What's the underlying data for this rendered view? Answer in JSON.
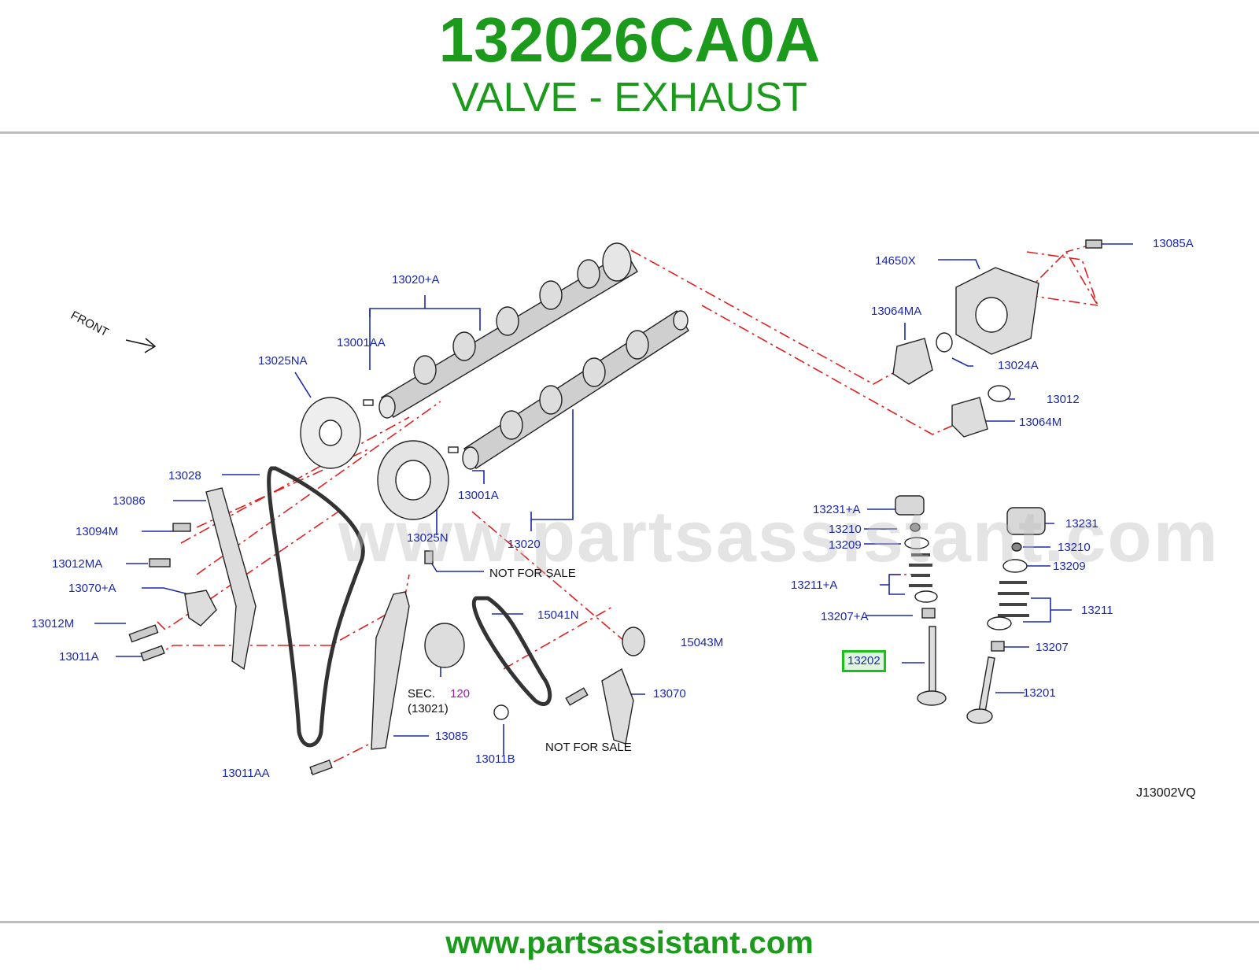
{
  "header": {
    "part_number": "132026CA0A",
    "part_name": "VALVE - EXHAUST"
  },
  "diagram": {
    "front_label": "FRONT",
    "watermark": "www.partsassistant.com",
    "diagram_code": "J13002VQ",
    "not_for_sale_1": "NOT   FOR   SALE",
    "not_for_sale_2": "NOT   FOR   SALE",
    "sec_prefix": "SEC.",
    "sec_number": "120",
    "sec_sub": "(13021)",
    "highlighted_part": "13202",
    "labels": {
      "l_13020A": "13020+A",
      "l_13001AA": "13001AA",
      "l_13025NA": "13025NA",
      "l_13028": "13028",
      "l_13086": "13086",
      "l_13094M": "13094M",
      "l_13012MA": "13012MA",
      "l_13070A": "13070+A",
      "l_13012M": "13012M",
      "l_13011A": "13011A",
      "l_13011AA": "13011AA",
      "l_13001A": "13001A",
      "l_13025N": "13025N",
      "l_13020": "13020",
      "l_15041N": "15041N",
      "l_15043M": "15043M",
      "l_13070": "13070",
      "l_13085": "13085",
      "l_13011B": "13011B",
      "l_14650X": "14650X",
      "l_13085A": "13085A",
      "l_13064MA": "13064MA",
      "l_13024A": "13024A",
      "l_13012": "13012",
      "l_13064M": "13064M",
      "l_13231A": "13231+A",
      "l_13210a": "13210",
      "l_13209a": "13209",
      "l_13211A": "13211+A",
      "l_13207A": "13207+A",
      "l_13231": "13231",
      "l_13210b": "13210",
      "l_13209b": "13209",
      "l_13211": "13211",
      "l_13207": "13207",
      "l_13201": "13201"
    }
  },
  "footer": {
    "url": "www.partsassistant.com"
  },
  "colors": {
    "brand_green": "#1c9a1c",
    "label_blue": "#1c2aa8",
    "dashed_red": "#e02020",
    "highlight_border": "#1dbf1d"
  }
}
